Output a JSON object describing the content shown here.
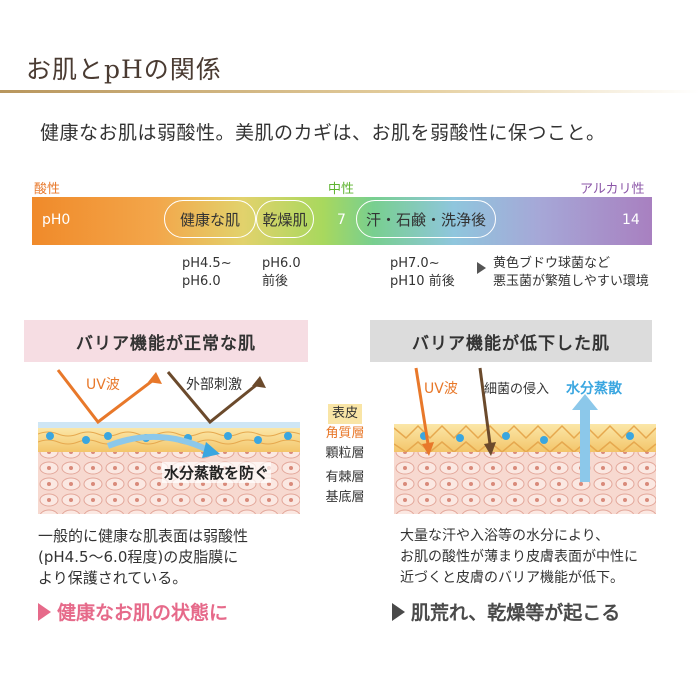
{
  "header": {
    "title": "お肌とpHの関係",
    "subtitle": "健康なお肌は弱酸性。美肌のカギは、お肌を弱酸性に保つこと。"
  },
  "ph_scale": {
    "acidic_label": "酸性",
    "neutral_label": "中性",
    "alkaline_label": "アルカリ性",
    "ph0": "pH0",
    "seven": "7",
    "fourteen": "14",
    "pill_healthy": "健康な肌",
    "pill_dry": "乾燥肌",
    "pill_sweat": "汗・石鹸・洗浄後",
    "note_healthy": "pH4.5~\npH6.0",
    "note_dry": "pH6.0\n前後",
    "note_sweat": "pH7.0~\npH10 前後",
    "note_bacteria": "黄色ブドウ球菌など\n悪玉菌が繁殖しやすい環境"
  },
  "left_panel": {
    "heading": "バリア機能が正常な肌",
    "uv": "UV波",
    "external": "外部刺激",
    "prevent": "水分蒸散を防ぐ",
    "description": "一般的に健康な肌表面は弱酸性\n(pH4.5～6.0程度)の皮脂膜に\nより保護されている。",
    "result": "健康なお肌の状態に"
  },
  "layers": {
    "epidermis": "表皮",
    "stratum_corneum": "角質層",
    "granular": "顆粒層",
    "spinous": "有棘層",
    "basal": "基底層"
  },
  "right_panel": {
    "heading": "バリア機能が低下した肌",
    "uv": "UV波",
    "bacteria": "細菌の侵入",
    "evaporation": "水分蒸散",
    "description": "大量な汗や入浴等の水分により、\nお肌の酸性が薄まり皮膚表面が中性に\n近づくと皮膚のバリア機能が低下。",
    "result": "肌荒れ、乾燥等が起こる"
  },
  "colors": {
    "accent_orange": "#e8782a",
    "pink_heading_bg": "#f6dde3",
    "gray_heading_bg": "#dcdcdc",
    "result_pink": "#e66a8a",
    "result_gray": "#4a4a4a",
    "water_blue": "#3aa6e0"
  }
}
